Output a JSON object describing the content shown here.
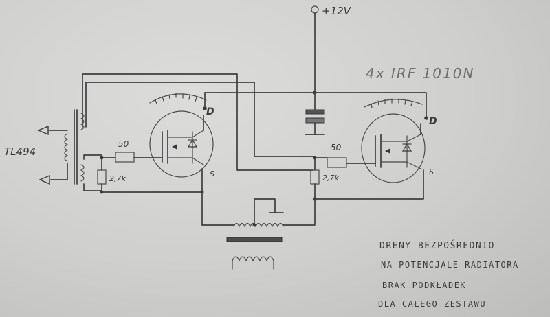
{
  "labels": {
    "supply": "+12V",
    "part": "4x IRF 1010N",
    "driver": "TL494",
    "r_gate_1": "50",
    "r_gs_1": "2,7k",
    "r_gate_2": "50",
    "r_gs_2": "2,7k",
    "drain_1": "D",
    "drain_2": "D",
    "source_1": "S",
    "source_2": "S"
  },
  "note": {
    "line1": "DRENY BEZPOŚREDNIO",
    "line2": "NA POTENCJALE RADIATORA",
    "line3": "BRAK PODKŁADEK",
    "line4": "DLA CAŁEGO ZESTAWU"
  }
}
